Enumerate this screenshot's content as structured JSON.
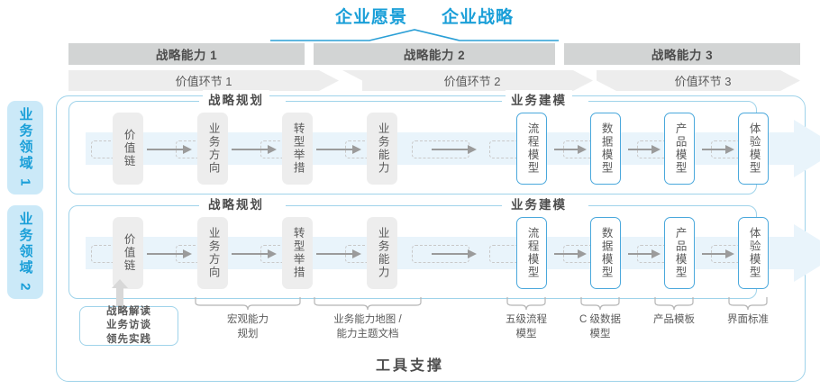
{
  "header": {
    "vision_label": "企业愿景",
    "strategy_label": "企业战略"
  },
  "capability_bars": [
    {
      "label": "战略能力 1"
    },
    {
      "label": "战略能力 2"
    },
    {
      "label": "战略能力 3"
    }
  ],
  "value_chain_bars": [
    {
      "label": "价值环节 1"
    },
    {
      "label": "价值环节 2"
    },
    {
      "label": "价值环节 3"
    }
  ],
  "domains": [
    {
      "label": "业务领域 1"
    },
    {
      "label": "业务领域 2"
    }
  ],
  "sections": {
    "strategy_planning": "战略规划",
    "business_modeling": "业务建模"
  },
  "nodes": {
    "planning": [
      {
        "label": "价值链"
      },
      {
        "label": "业务方向"
      },
      {
        "label": "转型举措"
      },
      {
        "label": "业务能力"
      }
    ],
    "modeling": [
      {
        "label": "流程模型"
      },
      {
        "label": "数据模型"
      },
      {
        "label": "产品模型"
      },
      {
        "label": "体验模型"
      }
    ]
  },
  "bottom": {
    "tool_box_lines": {
      "line1": "战略解读",
      "line2": "业务访谈",
      "line3": "领先实践"
    },
    "labels": [
      {
        "line1": "宏观能力",
        "line2": "规划"
      },
      {
        "line1": "业务能力地图 /",
        "line2": "能力主题文档"
      },
      {
        "line1": "五级流程",
        "line2": "模型"
      },
      {
        "line1": "C 级数据",
        "line2": "模型"
      },
      {
        "line1": "产品模板",
        "line2": ""
      },
      {
        "line1": "界面标准",
        "line2": ""
      }
    ],
    "tool_support": "工具支撑"
  },
  "colors": {
    "accent_blue": "#1a9fd8",
    "border_blue": "#9fd3ea",
    "node_blue": "#4aa8dc",
    "bar_gray": "#d2d4d4",
    "bar_light": "#ededed",
    "track_blue": "#e9f4fb",
    "tag_blue": "#cbe9f8"
  }
}
